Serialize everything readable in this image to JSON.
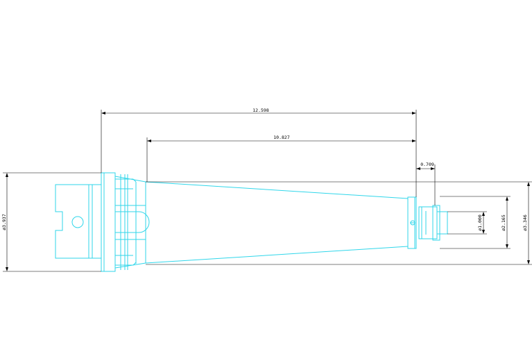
{
  "drawing": {
    "colors": {
      "part_outline": "#2fd6ea",
      "dimension": "#000000",
      "background": "#ffffff"
    },
    "dimensions": {
      "overall_length": "12.598",
      "taper_length": "10.827",
      "nose_length": "0.709",
      "flange_diameter": "ø3.937",
      "bore_diameter": "ø1.000",
      "nose_diameter": "ø2.165",
      "taper_diameter": "ø3.346"
    }
  }
}
